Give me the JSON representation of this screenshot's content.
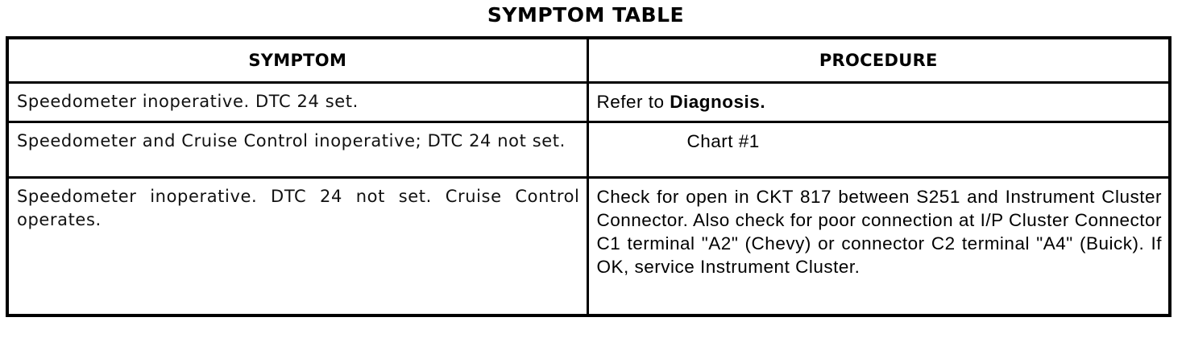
{
  "title": "SYMPTOM TABLE",
  "table": {
    "headers": {
      "symptom": "SYMPTOM",
      "procedure": "PROCEDURE"
    },
    "rows": [
      {
        "symptom": "Speedometer inoperative.  DTC 24 set.",
        "procedure_prefix": "Refer to ",
        "procedure_bold": "Diagnosis."
      },
      {
        "symptom": "Speedometer and Cruise Control inoperative; DTC 24 not set.",
        "procedure": "Chart #1"
      },
      {
        "symptom": "Speedometer inoperative. DTC 24 not set. Cruise Control operates.",
        "procedure": "Check for open in CKT 817 between S251 and Instrument Cluster Connector.  Also check for poor connection at I/P Cluster Connector C1 terminal \"A2\" (Chevy) or connector C2 terminal \"A4\" (Buick).  If OK, service Instrument Cluster."
      }
    ]
  }
}
